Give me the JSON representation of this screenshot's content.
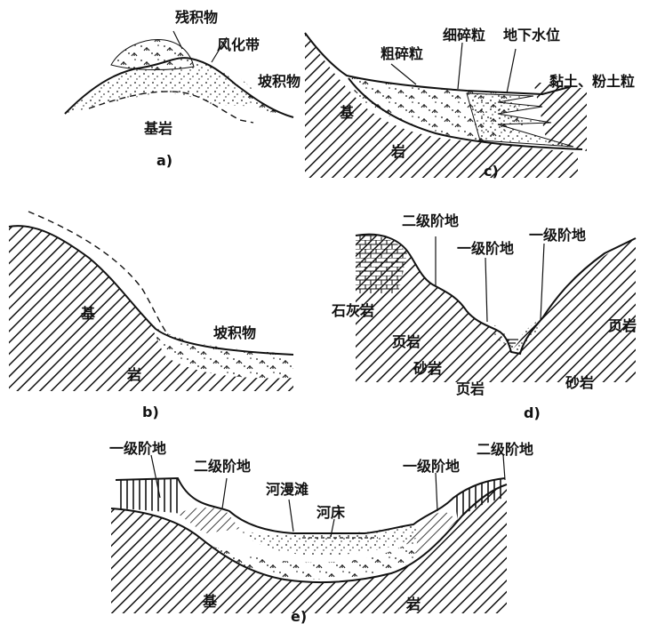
{
  "panel_a": {
    "caption": "a)",
    "residual": "残积物",
    "weathered_zone": "风化带",
    "slope_deposit": "坡积物",
    "bedrock": "基岩"
  },
  "panel_b": {
    "caption": "b)",
    "bedrock_top": "基",
    "bedrock_bottom": "岩",
    "slope_deposit": "坡积物"
  },
  "panel_c": {
    "caption": "c)",
    "coarse": "粗碎粒",
    "fine": "细碎粒",
    "water_table": "地下水位",
    "clay_silt": "黏土、粉土粒",
    "bedrock_top": "基",
    "bedrock_bottom": "岩"
  },
  "panel_d": {
    "caption": "d)",
    "second_terrace": "二级阶地",
    "first_terrace_left": "一级阶地",
    "first_terrace_right": "一级阶地",
    "limestone": "石灰岩",
    "shale_left": "页岩",
    "sandstone_left": "砂岩",
    "shale_bottom": "页岩",
    "shale_right": "页岩",
    "sandstone_right": "砂岩"
  },
  "panel_e": {
    "caption": "e)",
    "first_terrace_left": "一级阶地",
    "second_terrace_left": "二级阶地",
    "floodplain": "河漫滩",
    "riverbed": "河床",
    "first_terrace_right": "一级阶地",
    "second_terrace_right": "二级阶地",
    "bedrock_left": "基",
    "bedrock_right": "岩"
  },
  "colors": {
    "ink": "#111111",
    "paper": "#ffffff"
  }
}
